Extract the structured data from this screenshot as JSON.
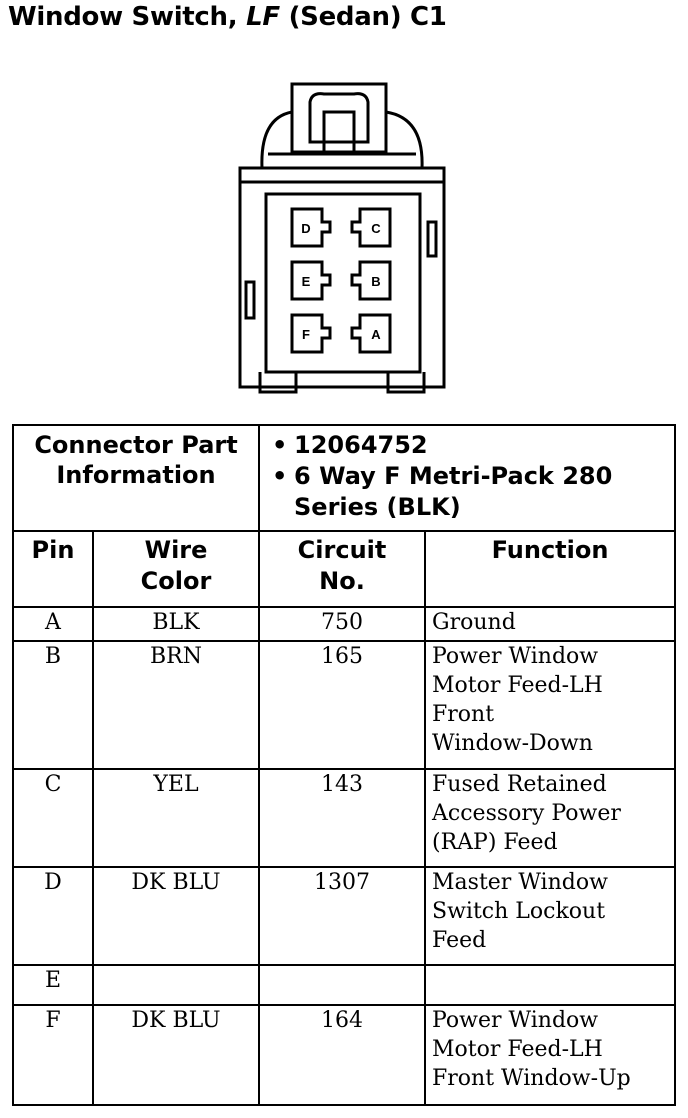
{
  "title": {
    "prefix": "Window Switch, ",
    "italic": "LF",
    "suffix": " (Sedan) C1"
  },
  "connector": {
    "heading_line1": "Connector Part",
    "heading_line2": "Information",
    "part_number": "12064752",
    "description_line1": "6 Way F Metri-Pack 280",
    "description_line2": "Series (BLK)",
    "bullet": "•",
    "cavity_labels": [
      "D",
      "C",
      "E",
      "B",
      "F",
      "A"
    ]
  },
  "table": {
    "headers": {
      "pin": "Pin",
      "wire_color_1": "Wire",
      "wire_color_2": "Color",
      "circuit_1": "Circuit",
      "circuit_2": "No.",
      "function": "Function"
    },
    "rows": [
      {
        "pin": "A",
        "color": "BLK",
        "circuit": "750",
        "function": [
          "Ground"
        ]
      },
      {
        "pin": "B",
        "color": "BRN",
        "circuit": "165",
        "function": [
          "Power Window",
          "Motor Feed-LH",
          "Front",
          "Window-Down"
        ]
      },
      {
        "pin": "C",
        "color": "YEL",
        "circuit": "143",
        "function": [
          "Fused Retained",
          "Accessory Power",
          "(RAP) Feed"
        ]
      },
      {
        "pin": "D",
        "color": "DK BLU",
        "circuit": "1307",
        "function": [
          "Master Window",
          "Switch Lockout",
          "Feed"
        ]
      },
      {
        "pin": "E",
        "color": "",
        "circuit": "",
        "function": [
          ""
        ]
      },
      {
        "pin": "F",
        "color": "DK BLU",
        "circuit": "164",
        "function": [
          "Power Window",
          "Motor Feed-LH",
          "Front Window-Up"
        ]
      }
    ]
  }
}
